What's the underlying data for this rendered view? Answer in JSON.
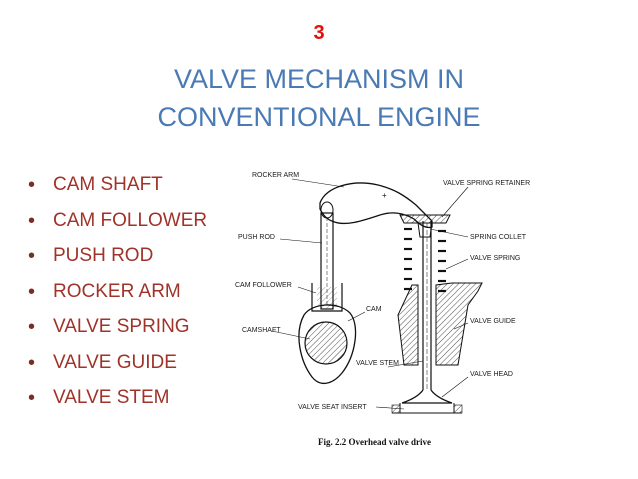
{
  "slide": {
    "number": "3",
    "title_line1": "VALVE MECHANISM IN",
    "title_line2": "CONVENTIONAL ENGINE"
  },
  "bullets": [
    "CAM SHAFT",
    "CAM FOLLOWER",
    "PUSH ROD",
    "ROCKER ARM",
    "VALVE SPRING",
    "VALVE GUIDE",
    "VALVE STEM"
  ],
  "diagram": {
    "labels": {
      "rocker_arm": "ROCKER ARM",
      "push_rod": "PUSH ROD",
      "cam_follower": "CAM FOLLOWER",
      "camshaft": "CAMSHAFT",
      "cam": "CAM",
      "valve_spring_retainer": "VALVE SPRING RETAINER",
      "spring_collet": "SPRING COLLET",
      "valve_spring": "VALVE SPRING",
      "valve_guide": "VALVE GUIDE",
      "valve_stem": "VALVE STEM",
      "valve_head": "VALVE HEAD",
      "valve_seat_insert": "VALVE SEAT INSERT"
    },
    "caption": "Fig. 2.2  Overhead valve drive"
  }
}
